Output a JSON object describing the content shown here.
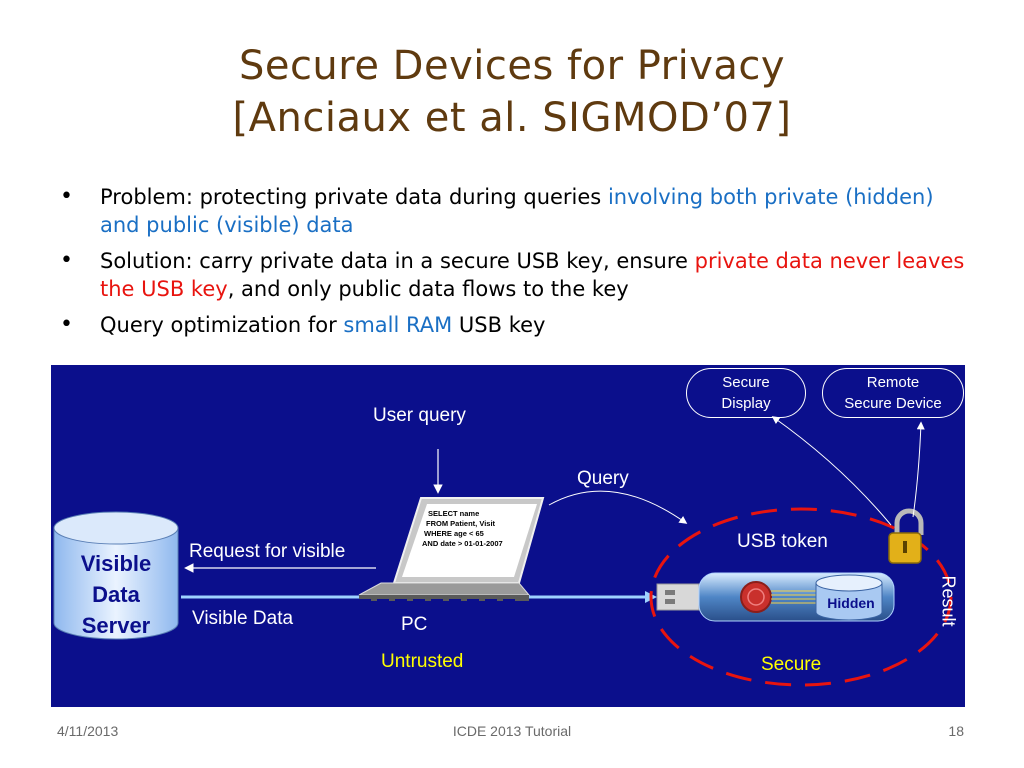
{
  "slide": {
    "title_line1": "Secure Devices for Privacy",
    "title_line2": "[Anciaux et al. SIGMOD’07]"
  },
  "bullets": [
    {
      "parts": [
        {
          "text": "Problem: protecting private data during queries ",
          "color": "black"
        },
        {
          "text": "involving both private (hidden) and public (visible) data",
          "color": "blue"
        }
      ]
    },
    {
      "parts": [
        {
          "text": "Solution: carry private data in a secure USB key, ensure ",
          "color": "black"
        },
        {
          "text": "private data never leaves the USB key",
          "color": "red"
        },
        {
          "text": ", and only public data flows to the key",
          "color": "black"
        }
      ]
    },
    {
      "parts": [
        {
          "text": "Query optimization for ",
          "color": "black"
        },
        {
          "text": "small RAM",
          "color": "blue"
        },
        {
          "text": " USB key",
          "color": "black"
        }
      ]
    }
  ],
  "figure": {
    "server_line1": "Visible",
    "server_line2": "Data",
    "server_line3": "Server",
    "user_query": "User query",
    "request_for_visible": "Request for visible",
    "visible_data": "Visible Data",
    "query": "Query",
    "pc": "PC",
    "untrusted": "Untrusted",
    "usb_token": "USB token",
    "hidden": "Hidden",
    "result": "Result",
    "secure": "Secure",
    "secure_display_line1": "Secure",
    "secure_display_line2": "Display",
    "remote_device_line1": "Remote",
    "remote_device_line2": "Secure Device",
    "sql_line1": "SELECT name",
    "sql_line2": "FROM Patient, Visit",
    "sql_line3": "WHERE age < 65",
    "sql_line4": "AND date > 01-01-2007"
  },
  "footer": {
    "date": "4/11/2013",
    "center": "ICDE 2013 Tutorial",
    "page": "18"
  },
  "colors": {
    "title": "#5f3a0f",
    "accent_blue": "#1a6fc4",
    "accent_red": "#e8140f",
    "figure_background": "#0b0f8c",
    "untrusted_text": "#ffff00",
    "secure_text": "#ffff00"
  }
}
